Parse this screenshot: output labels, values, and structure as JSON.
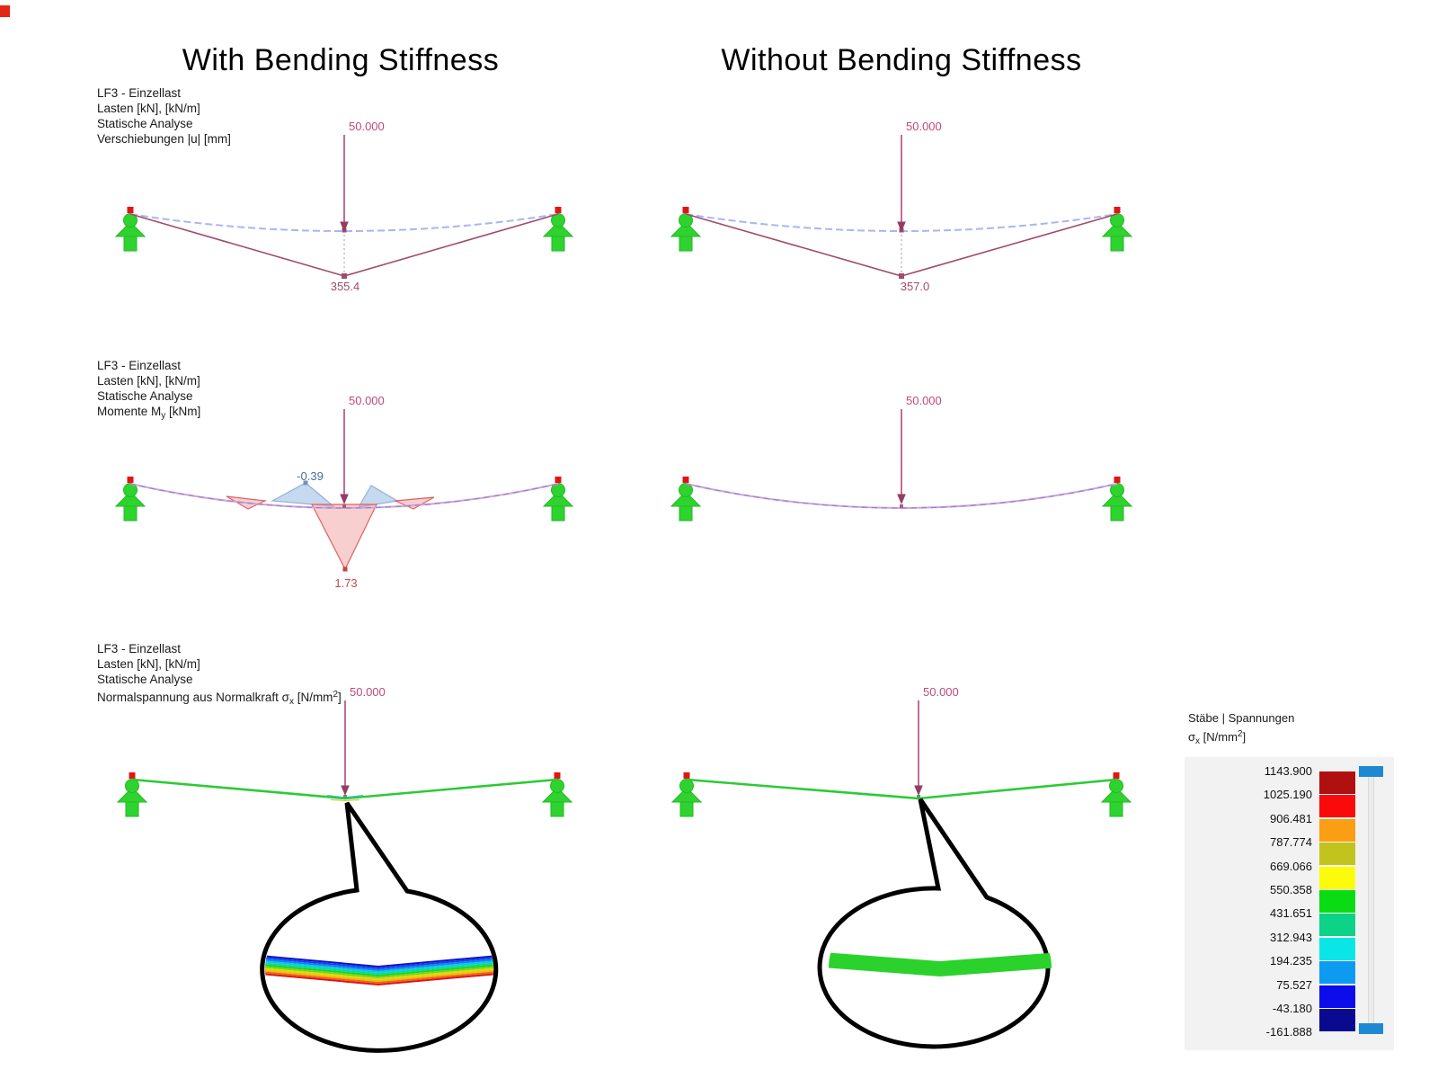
{
  "app": {
    "corner_fragment_color": "#E22718"
  },
  "titles": {
    "left": "With Bending Stiffness",
    "right": "Without Bending Stiffness"
  },
  "info": {
    "line1": "LF3 - Einzellast",
    "line2": "Lasten [kN], [kN/m]",
    "line3": "Statische Analyse",
    "row1_result": "Verschiebungen |u| [mm]",
    "row2_result": {
      "pre": "Momente M",
      "sub": "y",
      "post": " [kNm]"
    },
    "row3_result": {
      "pre": "Normalspannung aus Normalkraft σ",
      "sub": "x",
      "mid": " [N/mm",
      "sup": "2",
      "post": "]"
    }
  },
  "load": {
    "value": "50.000"
  },
  "results": {
    "displacement_left": "355.4",
    "displacement_right": "357.0",
    "moment_negative": "-0.39",
    "moment_positive": "1.73"
  },
  "legend": {
    "title": "Stäbe | Spannungen",
    "unit": {
      "pre": "σ",
      "sub": "x",
      "mid": " [N/mm",
      "sup": "2",
      "post": "]"
    },
    "values": [
      "1143.900",
      "1025.190",
      "906.481",
      "787.774",
      "669.066",
      "550.358",
      "431.651",
      "312.943",
      "194.235",
      "75.527",
      "-43.180",
      "-161.888"
    ],
    "colors": [
      "#B01010",
      "#FA0A0A",
      "#FA9E14",
      "#C3C31E",
      "#FCFC0A",
      "#0ADC14",
      "#0DD287",
      "#0AE6E6",
      "#0D9BF2",
      "#0D0DEB",
      "#0A0A91"
    ],
    "handle_color": "#1E88D2"
  },
  "callouts": {
    "left": {
      "band_colors": [
        "#0F0FCD",
        "#1640EE",
        "#0E83F0",
        "#06C9E8",
        "#0BD9A0",
        "#12D822",
        "#7ED314",
        "#D8DC0A",
        "#F5B90A",
        "#F06414",
        "#DC1414"
      ]
    },
    "right": {
      "band_color": "#2BD22B"
    }
  },
  "colors": {
    "load": "#B0487A",
    "load_head": "#943C66",
    "displacement_line": "#A04C6C",
    "undeformed_line": "#A6B7F2",
    "cable_line": "#CBA6DC",
    "moment_positive_fill": "#F0A0A0",
    "moment_positive_stroke": "#E06060",
    "moment_negative_fill": "#96B9E2",
    "moment_negative_stroke": "#8FB2DC",
    "stress_beam": "#2BCB35",
    "support": "#2FD32F",
    "node": "#E51414"
  }
}
